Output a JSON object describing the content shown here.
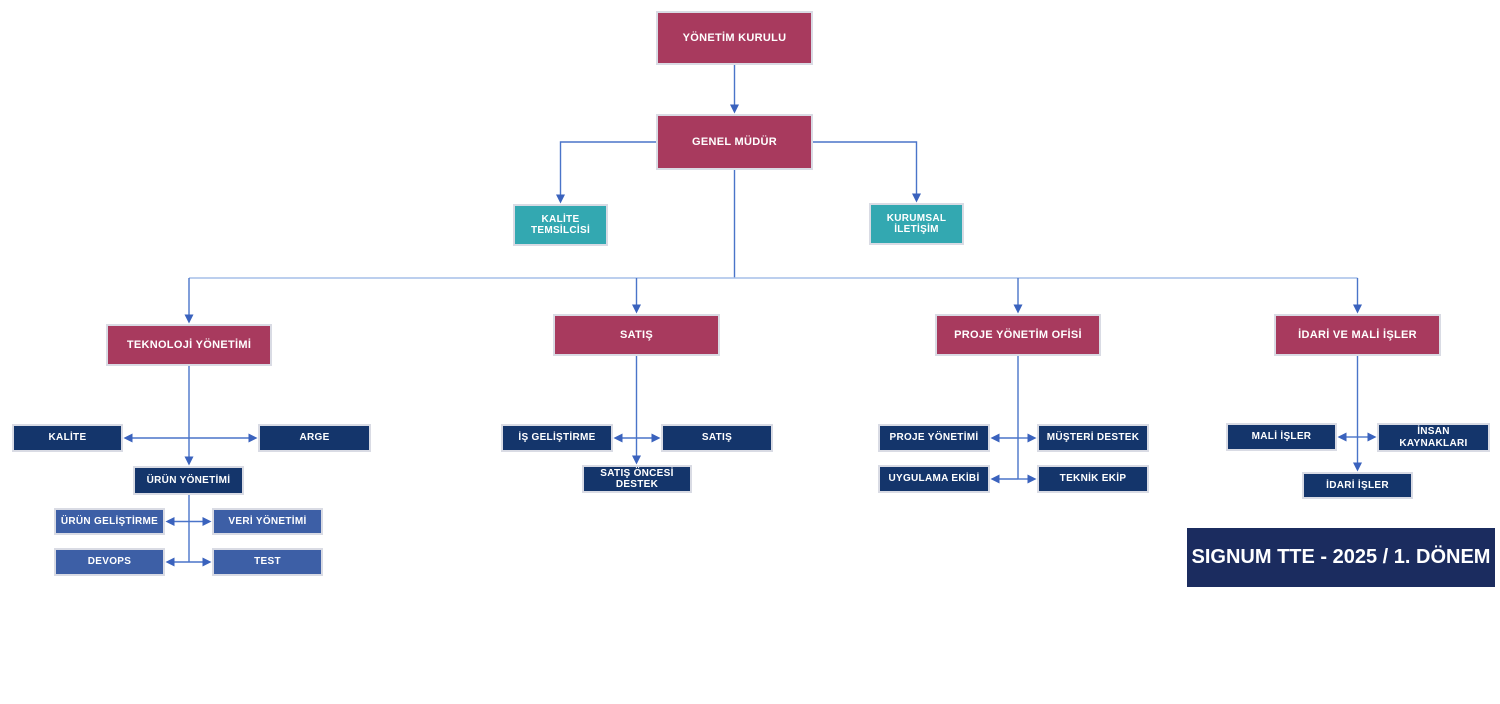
{
  "colors": {
    "header_crimson": "#a83a5e",
    "staff_teal": "#33a8b1",
    "unit_navy_dark": "#14356b",
    "unit_blue_medium": "#3d5fa6",
    "banner_navy": "#1b2c5f",
    "connector_blue": "#4a74c9",
    "connector_light_blue": "#a6bfe8",
    "box_border_gray": "#d9dbe4",
    "text_white": "#ffffff"
  },
  "nodes": {
    "yonetim_kurulu": "YÖNETİM KURULU",
    "genel_mudur": "GENEL MÜDÜR",
    "kalite_temsilcisi": "KALİTE TEMSİLCİSİ",
    "kurumsal_iletisim": "KURUMSAL İLETİŞİM",
    "teknoloji_yonetimi": "TEKNOLOJİ YÖNETİMİ",
    "satis_bolum": "SATIŞ",
    "proje_yonetim_ofisi": "PROJE YÖNETİM OFİSİ",
    "idari_ve_mali_isler": "İDARİ VE MALİ İŞLER",
    "kalite": "KALİTE",
    "arge": "ARGE",
    "urun_yonetimi": "ÜRÜN YÖNETİMİ",
    "urun_gelistirme": "ÜRÜN GELİŞTİRME",
    "veri_yonetimi": "VERİ YÖNETİMİ",
    "devops": "DEVOPS",
    "test": "TEST",
    "is_gelistirme": "İŞ GELİŞTİRME",
    "satis": "SATIŞ",
    "satis_oncesi_destek": "SATIŞ ÖNCESİ DESTEK",
    "proje_yonetimi": "PROJE YÖNETİMİ",
    "musteri_destek": "MÜŞTERİ DESTEK",
    "uygulama_ekibi": "UYGULAMA EKİBİ",
    "teknik_ekip": "TEKNİK EKİP",
    "mali_isler": "MALİ İŞLER",
    "insan_kaynaklari": "İNSAN KAYNAKLARI",
    "idari_isler": "İDARİ İŞLER"
  },
  "banner": {
    "label": "SIGNUM TTE - 2025 /  1. DÖNEM"
  }
}
